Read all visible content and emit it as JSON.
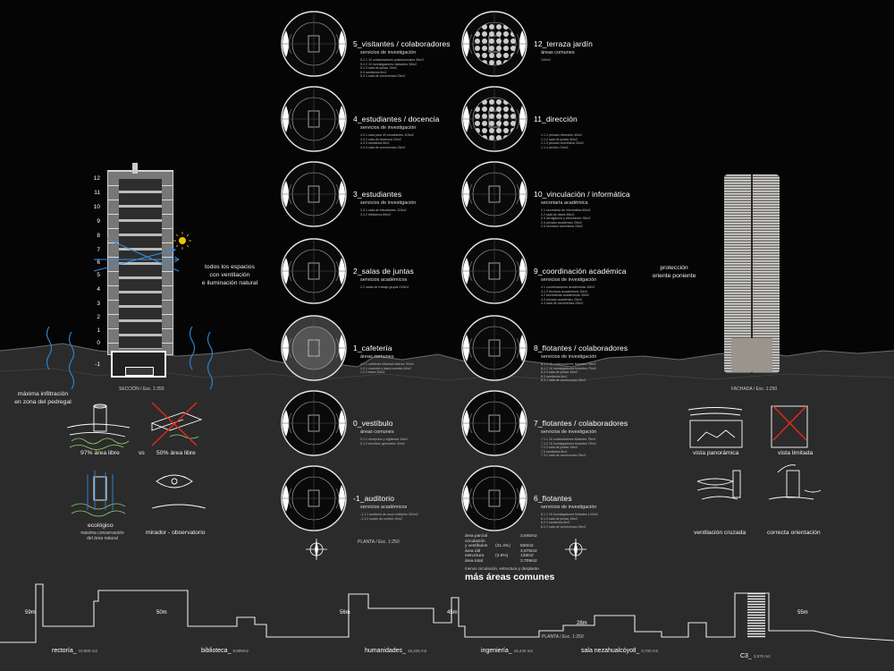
{
  "section": {
    "levels": [
      "12",
      "11",
      "10",
      "9",
      "8",
      "7",
      "6",
      "5",
      "4",
      "3",
      "2",
      "1",
      "0"
    ],
    "basement": "-1",
    "caption": "SECCIÓN / Esc. 1:250",
    "ventilation_note": [
      "todos los espacios",
      "con ventilación",
      "e iluminación natural"
    ],
    "infiltration_note": [
      "máxima infiltración",
      "en zona del pedregal"
    ]
  },
  "facade": {
    "caption": "FACHADA / Esc. 1:250",
    "protection_note": [
      "protección",
      "oriente poniente"
    ]
  },
  "floors_left": [
    {
      "title": "5_visitantes / colaboradores",
      "sub": "servicios de investigación",
      "lines": [
        "5.2.1 10 colaboradores postdoctorales   35m2",
        "5.2.2 10 investigadores visitantes   35m2",
        "5.2.3 sala de juntas   15m2",
        "5.3 sanitarios   8m2",
        "5.3.1 sala de convivencia   25m2"
      ]
    },
    {
      "title": "4_estudiantes / docencia",
      "sub": "servicios de investigación",
      "lines": [
        "4.3.1 sala para 40 estudiantes   115m2",
        "4.3.2 sala de docencia   20m2",
        "4.3.3 sanitarios   8m2",
        "4.3.4 sala de convivencia   25m2"
      ]
    },
    {
      "title": "3_estudiantes",
      "sub": "servicios de investigación",
      "lines": [
        "3.3.1 sala de estudiantes   115m2",
        "3.3.2 biblioteca   80m2"
      ]
    },
    {
      "title": "2_salas de juntas",
      "sub": "servicios académicos",
      "lines": [
        "2.2 salas de trabajo grupal   210m2"
      ]
    },
    {
      "title": "1_cafetería",
      "sub": "áreas comunes",
      "lines": [
        "1.1.1 cafetería informal exterior   90m2",
        "1.2.1 cocineta y barra comida   40m2",
        "1.2.2 barra   20m2"
      ]
    },
    {
      "title": "0_vestíbulo",
      "sub": "áreas comunes",
      "lines": [
        "0.1.1 recepción y vigilancia   15m2",
        "0.1.2 servicios generales   30m2"
      ]
    },
    {
      "title": "-1_auditorio",
      "sub": "servicios académicos",
      "lines": [
        "-1.1.1 auditorio de usos múltiples   300m2",
        "-1.1.2 cuarto de control   10m2"
      ]
    }
  ],
  "floors_right": [
    {
      "title": "12_terraza jardín",
      "sub": "áreas comunes",
      "lines": [
        "   140m2"
      ]
    },
    {
      "title": "11_dirección",
      "sub": "",
      "lines": [
        "1.1.1 privado dirección   40m2",
        "1.1.2 sala de juntas   40m2",
        "1.1.3 privado secretaría   25m2",
        "1.1.4 archivo   15m2"
      ]
    },
    {
      "title": "10_vinculación / informática",
      "sub": "secretaría académica",
      "lines": [
        "2.1 secretaría de informática   60m2",
        "2.2 sala de datos   35m2",
        "2.3 divulgación y vinculación   35m2",
        "2.4 privado académico   25m2",
        "2.5 servicios secretaría   15m2"
      ]
    },
    {
      "title": "9_coordinación académica",
      "sub": "servicios de investigación",
      "lines": [
        "4.1 coordinaciones académicas   30m2",
        "4.1.2 técnicos académicos   30m2",
        "4.2 secretarías académicas   30m2",
        "4.3 privado académico   25m2",
        "4.4 sala de convivencia   25m2"
      ]
    },
    {
      "title": "8_flotantes / colaboradores",
      "sub": "servicios de investigación",
      "lines": [
        "8.1.1 10 colaboradores flotantes   75m2",
        "8.1.2 10 investigadores flotantes   75m2",
        "8.2.3 sala de juntas   15m2",
        "8.3 sanitarios   8m2",
        "8.3.1 sala de convivencia   25m2"
      ]
    },
    {
      "title": "7_flotantes / colaboradores",
      "sub": "servicios de investigación",
      "lines": [
        "7.1.1 10 colaboradores flotantes   75m2",
        "7.1.2 10 investigadores flotantes   75m2",
        "7.2.3 sala de juntas   15m2",
        "7.3 sanitarios   8m2",
        "7.3.1 sala de convivencia   25m2"
      ]
    },
    {
      "title": "6_flotantes",
      "sub": "servicios de investigación",
      "lines": [
        "6.1.1 10 investigadores flotantes   140m2",
        "6.1.2 sala de juntas   15m2",
        "6.2.1 sanitarios   8m2",
        "6.2.2 sala de convivencia   25m2"
      ]
    }
  ],
  "areas": {
    "rows": [
      {
        "label": "área parcial",
        "pct": "",
        "value": "2,840m2"
      },
      {
        "label": "circulación",
        "pct": "",
        "value": ""
      },
      {
        "label": "y vestíbulos",
        "pct": "(21.4%)",
        "value": "830m2"
      },
      {
        "label": "área útil",
        "pct": "",
        "value": "3,575m2"
      },
      {
        "label": "estructura",
        "pct": "(3.6%)",
        "value": "128m2"
      },
      {
        "label": "área total",
        "pct": "",
        "value": "3,709m2"
      }
    ],
    "note": "menos circulación, estructura y desplante",
    "headline": "más áreas comunes"
  },
  "plan_caption": "PLANTA / Esc. 1:250",
  "pedregal_note": {
    "free_97": "97% área libre",
    "vs": "vs",
    "free_50": "50% área libre",
    "eco": "ecológico",
    "eco_sub": [
      "máxima conservación",
      "del área natural"
    ],
    "mirador": "mirador - observatorio"
  },
  "views_note": {
    "panoramic": "vista panorámica",
    "limited": "vista limitada",
    "cross": "ventilación cruzada",
    "orient": "correcta orientación"
  },
  "skyline": [
    {
      "name": "rectoría",
      "area": "10,900 m2",
      "height": "59m"
    },
    {
      "name": "biblioteca",
      "area": "8,809m2",
      "height": "50m"
    },
    {
      "name": "humanidades",
      "area": "15,425 m2",
      "height": "56m"
    },
    {
      "name": "ingeniería",
      "area": "15,440 m2",
      "height": "45m"
    },
    {
      "name": "sala nezahualcóyotl",
      "area": "6,700 m2",
      "height": "28m"
    },
    {
      "name": "C3",
      "area": "3,570 m2",
      "height": "55m"
    }
  ],
  "skyline_plan": "PLANTA / Esc. 1:250",
  "colors": {
    "accent_green": "#8fd66d",
    "water_blue": "#2f7fc7",
    "cross_red": "#e0281c",
    "ground": "#2b2b2b"
  }
}
